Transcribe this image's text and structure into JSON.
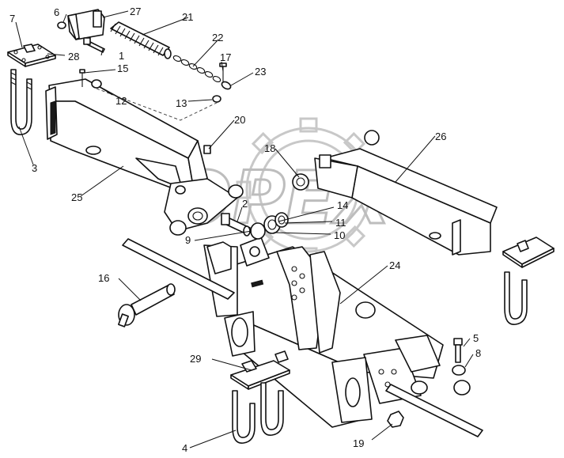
{
  "watermark": {
    "text": "OPEX",
    "colour": "#bdbdbd"
  },
  "callouts": [
    {
      "id": "c1",
      "label": "1"
    },
    {
      "id": "c2",
      "label": "2"
    },
    {
      "id": "c3",
      "label": "3"
    },
    {
      "id": "c4",
      "label": "4"
    },
    {
      "id": "c5",
      "label": "5"
    },
    {
      "id": "c6",
      "label": "6"
    },
    {
      "id": "c7",
      "label": "7"
    },
    {
      "id": "c8",
      "label": "8"
    },
    {
      "id": "c9",
      "label": "9"
    },
    {
      "id": "c10",
      "label": "10"
    },
    {
      "id": "c11",
      "label": "11"
    },
    {
      "id": "c12",
      "label": "12"
    },
    {
      "id": "c13",
      "label": "13"
    },
    {
      "id": "c14",
      "label": "14"
    },
    {
      "id": "c15",
      "label": "15"
    },
    {
      "id": "c16",
      "label": "16"
    },
    {
      "id": "c17",
      "label": "17"
    },
    {
      "id": "c18",
      "label": "18"
    },
    {
      "id": "c19",
      "label": "19"
    },
    {
      "id": "c20",
      "label": "20"
    },
    {
      "id": "c21",
      "label": "21"
    },
    {
      "id": "c22",
      "label": "22"
    },
    {
      "id": "c23",
      "label": "23"
    },
    {
      "id": "c24",
      "label": "24"
    },
    {
      "id": "c25",
      "label": "25"
    },
    {
      "id": "c26",
      "label": "26"
    },
    {
      "id": "c27",
      "label": "27"
    },
    {
      "id": "c28",
      "label": "28"
    },
    {
      "id": "c29",
      "label": "29"
    }
  ],
  "colours": {
    "line": "#111111",
    "background": "#ffffff"
  }
}
